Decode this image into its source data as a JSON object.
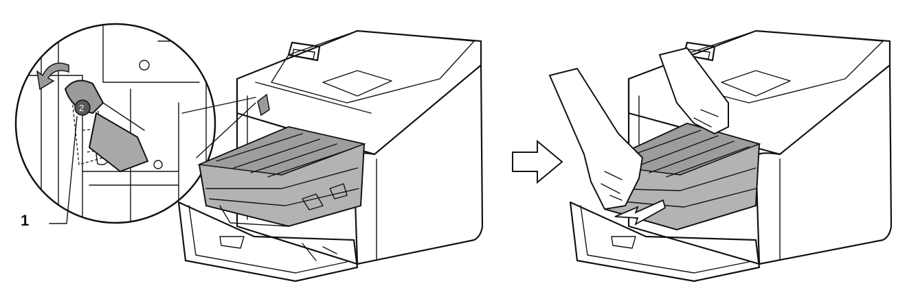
{
  "callout": {
    "number": "1"
  },
  "colors": {
    "line": "#111111",
    "drum_fill": "#b3b3b3",
    "drum_dark": "#8a8a8a",
    "lever_fill": "#9a9a9a",
    "background": "#ffffff"
  },
  "icons": {
    "step_arrow": "outline-right-arrow",
    "pull_arrow": "outline-down-left-arrow"
  }
}
